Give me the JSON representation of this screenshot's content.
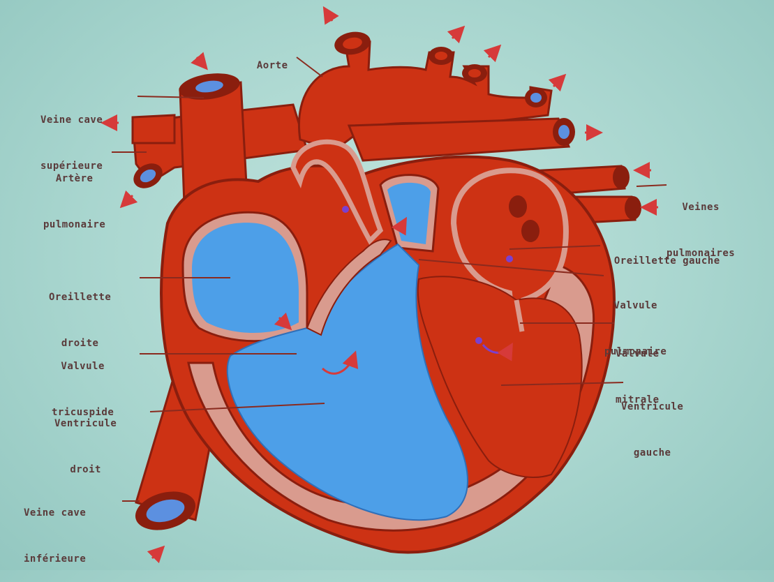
{
  "colors": {
    "background": "#a9d6cf",
    "vessel_red": "#cd3214",
    "vessel_dark": "#8a1e0e",
    "deoxygenated_blue": "#4d9fe8",
    "wall_pink": "#d99b8e",
    "arrow": "#d63a3a",
    "label_text": "#5a3a3a"
  },
  "labels": {
    "aorte": "Aorte",
    "veine_cave_superieure": [
      "Veine cave",
      "supérieure"
    ],
    "artere_pulmonaire": [
      "Artère",
      "pulmonaire"
    ],
    "veines_pulmonaires": [
      "Veines",
      "pulmonaires"
    ],
    "oreillette_droite": [
      "Oreillette",
      "droite"
    ],
    "oreillette_gauche": "Oreillette gauche",
    "valvule_pulmonaire": [
      "Valvule",
      "pulmonaire"
    ],
    "valvule_tricuspide": [
      "Valvule",
      "tricuspide"
    ],
    "valvule_mitrale": [
      "Valvule",
      "mitrale"
    ],
    "ventricule_droit": [
      "Ventricule",
      "droit"
    ],
    "ventricule_gauche": [
      "Ventricule",
      "gauche"
    ],
    "veine_cave_inferieure": [
      "Veine cave",
      "inférieure"
    ]
  }
}
